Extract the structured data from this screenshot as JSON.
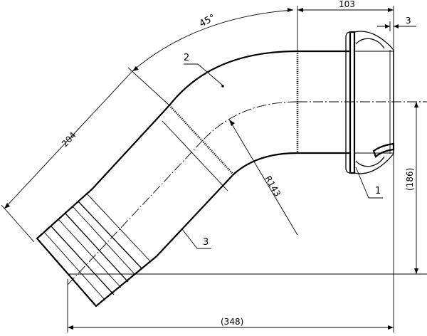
{
  "dimensions": {
    "angle": "45°",
    "top_length": "103",
    "flange_thickness": "3",
    "diagonal_length": "204",
    "radius": "R143",
    "overall_width": "(348)",
    "overall_height": "(186)"
  },
  "callouts": {
    "item_1": "1",
    "item_2": "2",
    "item_3": "3"
  }
}
